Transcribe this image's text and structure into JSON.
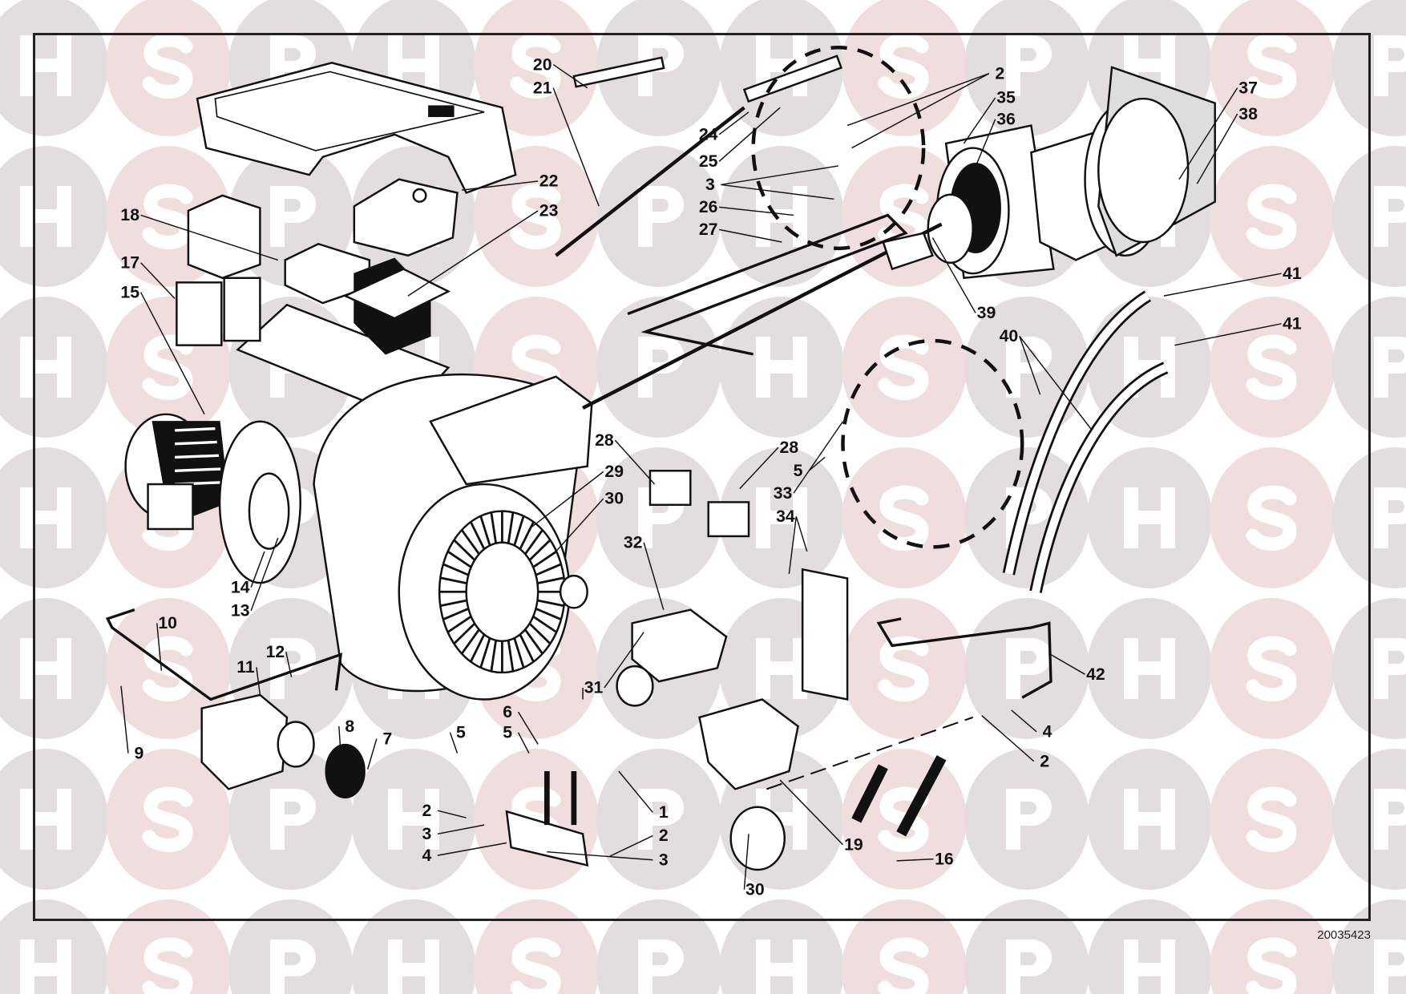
{
  "watermark": {
    "letters": [
      "H",
      "S",
      "P"
    ],
    "circle_color": "#e3dede",
    "accent_circle_color": "#f0dede",
    "letter_color": "#ffffff"
  },
  "drawing_code": "20035423",
  "callouts": [
    "20",
    "21",
    "22",
    "23",
    "18",
    "17",
    "15",
    "24",
    "25",
    "3",
    "26",
    "27",
    "2",
    "35",
    "36",
    "37",
    "38",
    "39",
    "40",
    "41",
    "41",
    "28",
    "29",
    "30",
    "28",
    "5",
    "33",
    "34",
    "32",
    "14",
    "13",
    "10",
    "12",
    "11",
    "31",
    "9",
    "8",
    "7",
    "5",
    "6",
    "5",
    "1",
    "2",
    "3",
    "4",
    "2",
    "3",
    "42",
    "4",
    "2",
    "30",
    "19",
    "16"
  ]
}
